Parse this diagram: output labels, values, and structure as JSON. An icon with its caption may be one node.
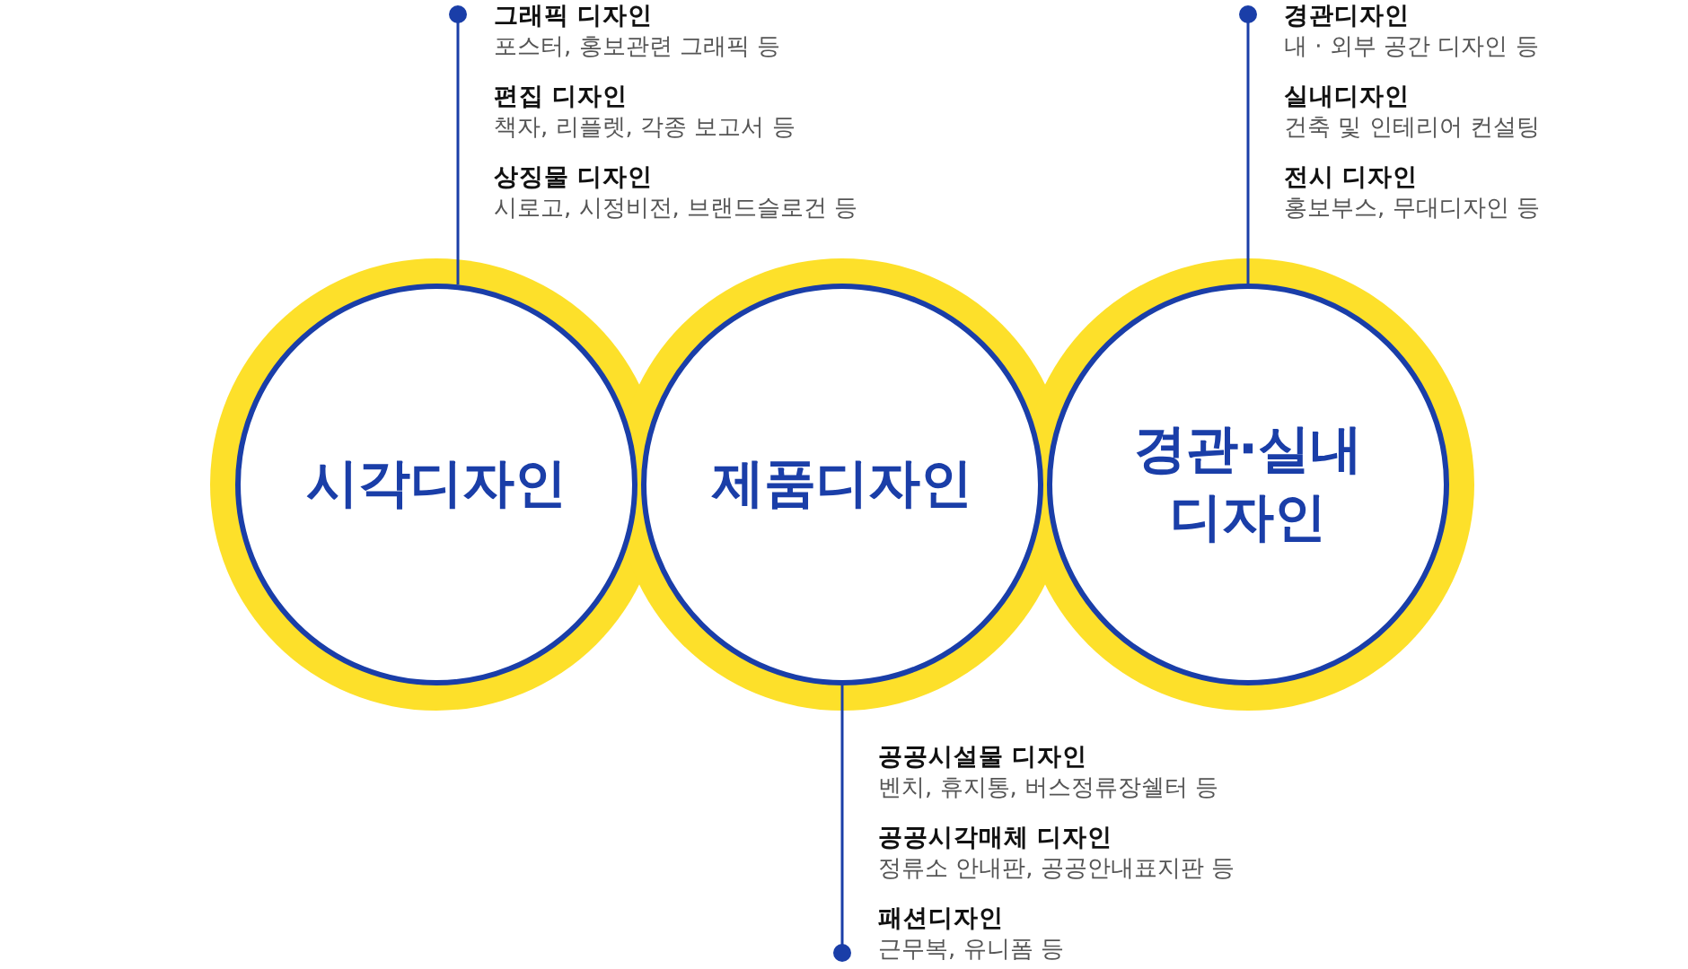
{
  "diagram": {
    "nodes": [
      {
        "text": [
          "그래픽 디자인",
          "포스터, 홍보관련 그래픽 등",
          "편집 디자인",
          "책자, 리플렛, 각종 보고서 등",
          "상징물 디자인",
          "시로고, 시정비전, 브랜드슬로건 등"
        ]
      },
      {
        "text": [
          "경관디자인",
          "내 · 외부 공간 디자인 등",
          "실내디자인",
          "건축 및 인테리어 컨설팅",
          "전시 디자인",
          "홍보부스, 무대디자인 등"
        ]
      },
      {
        "text": [
          "시각디자인"
        ]
      },
      {
        "text": [
          "제품디자인"
        ]
      },
      {
        "text": [
          "경관·실내 디자인"
        ]
      },
      {
        "text": [
          "공공시설물 디자인",
          "벤치, 휴지통, 버스정류장쉘터 등",
          "공공시각매체 디자인",
          "정류소 안내판, 공공안내표지판 등",
          "패션디자인",
          "근무복, 유니폼 등"
        ]
      }
    ],
    "edges": [
      {
        "from": 0,
        "to": 2,
        "arrow": "other"
      },
      {
        "from": 1,
        "to": 4,
        "arrow": "other"
      },
      {
        "from": 5,
        "to": 3,
        "arrow": "other"
      }
    ]
  }
}
